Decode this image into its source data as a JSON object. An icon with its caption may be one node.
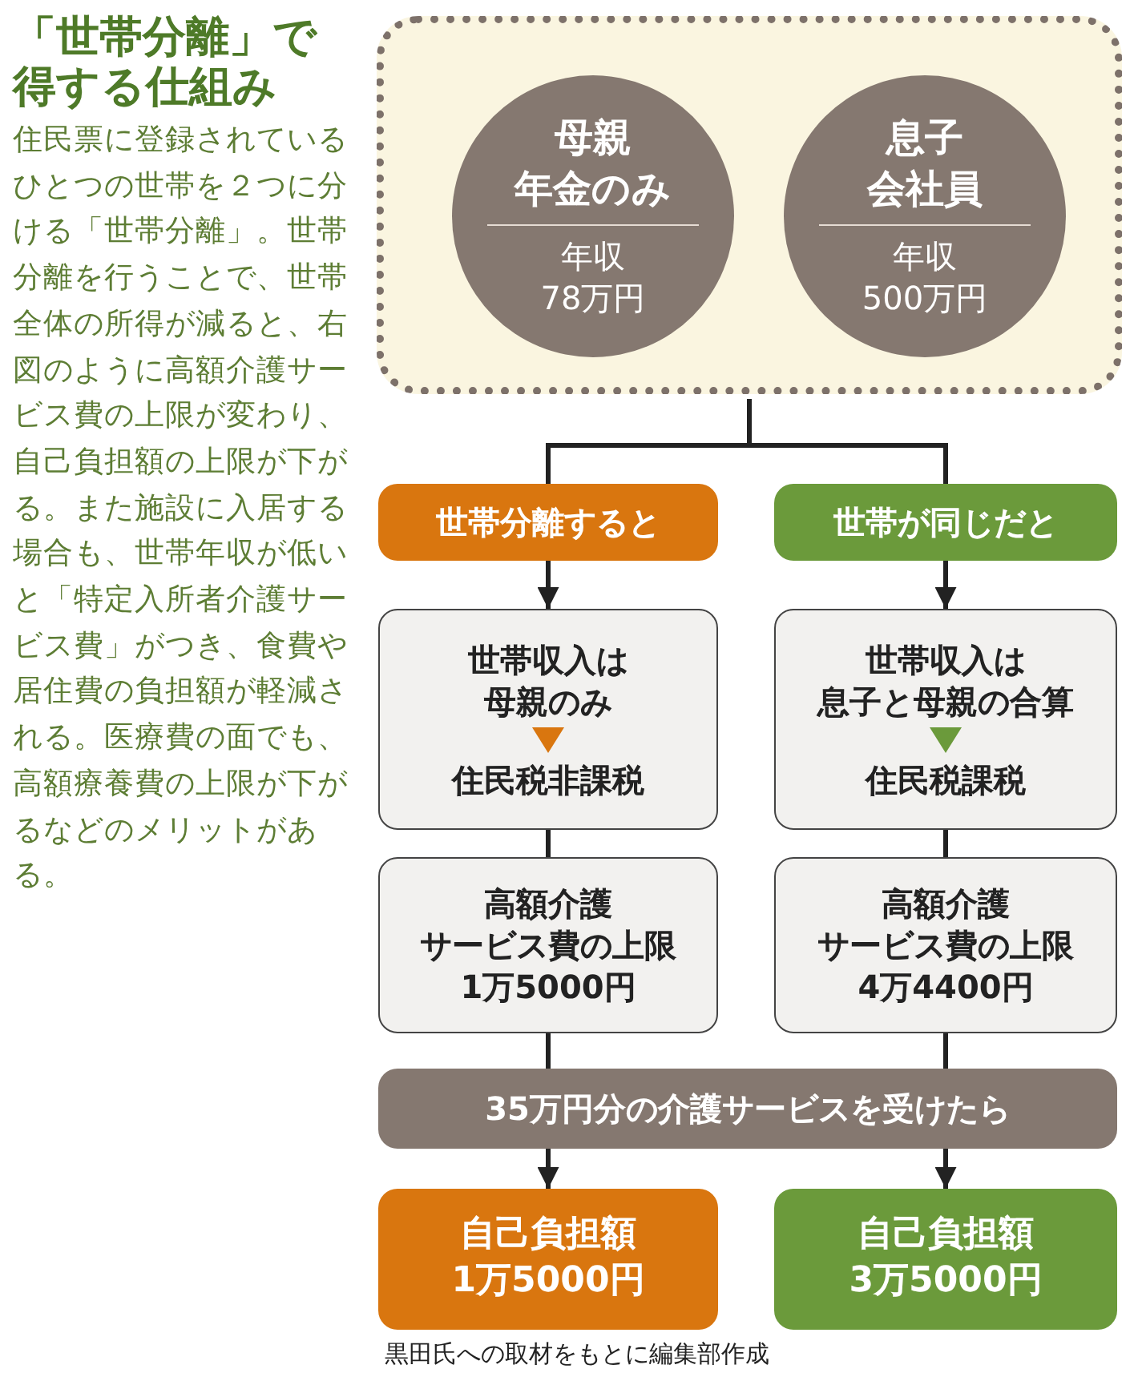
{
  "diagram": {
    "title": "「世帯分離」で得する仕組み",
    "caption": "黒田氏への取材をもとに編集部作成",
    "nodes": [
      {
        "text": [],
        "shape": "box"
      },
      {
        "text": [
          "母親年金のみ",
          "年収78万円"
        ],
        "in": 0
      },
      {
        "text": [
          "息子会社員",
          "年収500万円"
        ],
        "in": 0
      },
      {
        "text": [
          "世帯分離すると"
        ]
      },
      {
        "text": [
          "世帯が同じだと"
        ]
      },
      {
        "text": [
          "世帯収入は母親のみ",
          "住民税非課税"
        ]
      },
      {
        "text": [
          "世帯収入は息子と母親の合算",
          "住民税課税"
        ]
      },
      {
        "text": [
          "高額介護サービス費の上限1万5000円"
        ]
      },
      {
        "text": [
          "高額介護サービス費の上限4万4400円"
        ]
      },
      {
        "text": [
          "35万円分の介護サービスを受けたら"
        ]
      },
      {
        "text": [
          "自己負担額1万5000円"
        ]
      },
      {
        "text": [
          "自己負担額3万5000円"
        ]
      }
    ],
    "edges": [
      {
        "from": 0,
        "to": 3,
        "arrow": "none"
      },
      {
        "from": 0,
        "to": 4,
        "arrow": "none"
      },
      {
        "from": 3,
        "to": 5,
        "arrow": "to"
      },
      {
        "from": 4,
        "to": 6,
        "arrow": "to"
      },
      {
        "from": 5,
        "to": 7,
        "arrow": "none"
      },
      {
        "from": 6,
        "to": 8,
        "arrow": "none"
      },
      {
        "from": 7,
        "to": 9,
        "arrow": "none"
      },
      {
        "from": 8,
        "to": 9,
        "arrow": "none"
      },
      {
        "from": 9,
        "to": 10,
        "arrow": "to"
      },
      {
        "from": 9,
        "to": 11,
        "arrow": "to"
      }
    ],
    "labels": [
      "住民票に登録されているひとつの世帯を２つに分ける「世帯分離」。世帯分離を行うことで、世帯全体の所得が減ると、右図のように高額介護サービス費の上限が変わり、自己負担額の上限が下がる。また施設に入居する場合も、世帯年収が低いと「特定入所者介護サービス費」がつき、食費や居住費の負担額が軽減される。医療費の面でも、高額療養費の上限が下がるなどのメリットがある。"
    ]
  }
}
